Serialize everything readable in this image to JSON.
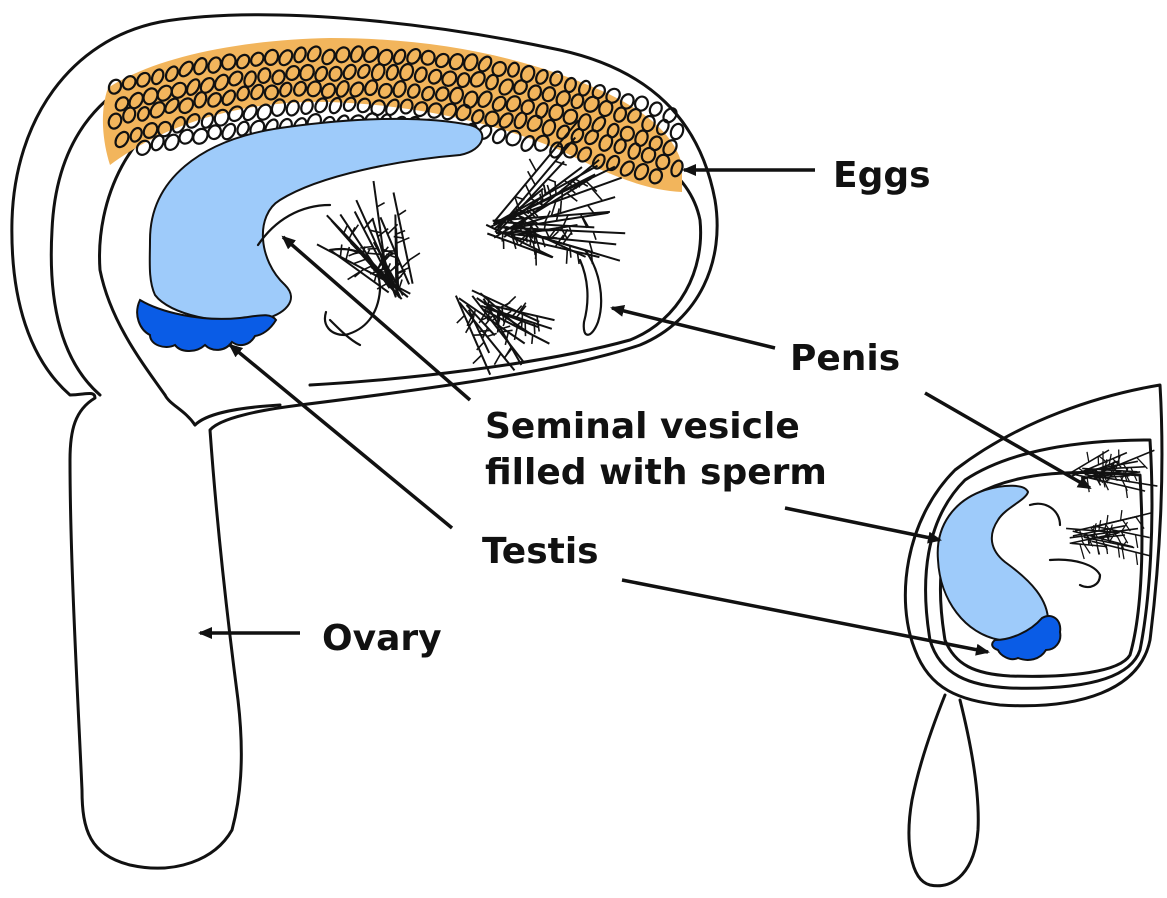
{
  "labels": {
    "eggs": "Eggs",
    "penis": "Penis",
    "seminal_line1": "Seminal vesicle",
    "seminal_line2": "filled with sperm",
    "testis": "Testis",
    "ovary": "Ovary"
  },
  "colors": {
    "eggs_fill": "#F2B55C",
    "seminal_vesicle": "#9ECBFA",
    "testis": "#0A5CE6",
    "ovary": "#F4989B",
    "outline": "#111111",
    "background": "#FFFFFF"
  }
}
